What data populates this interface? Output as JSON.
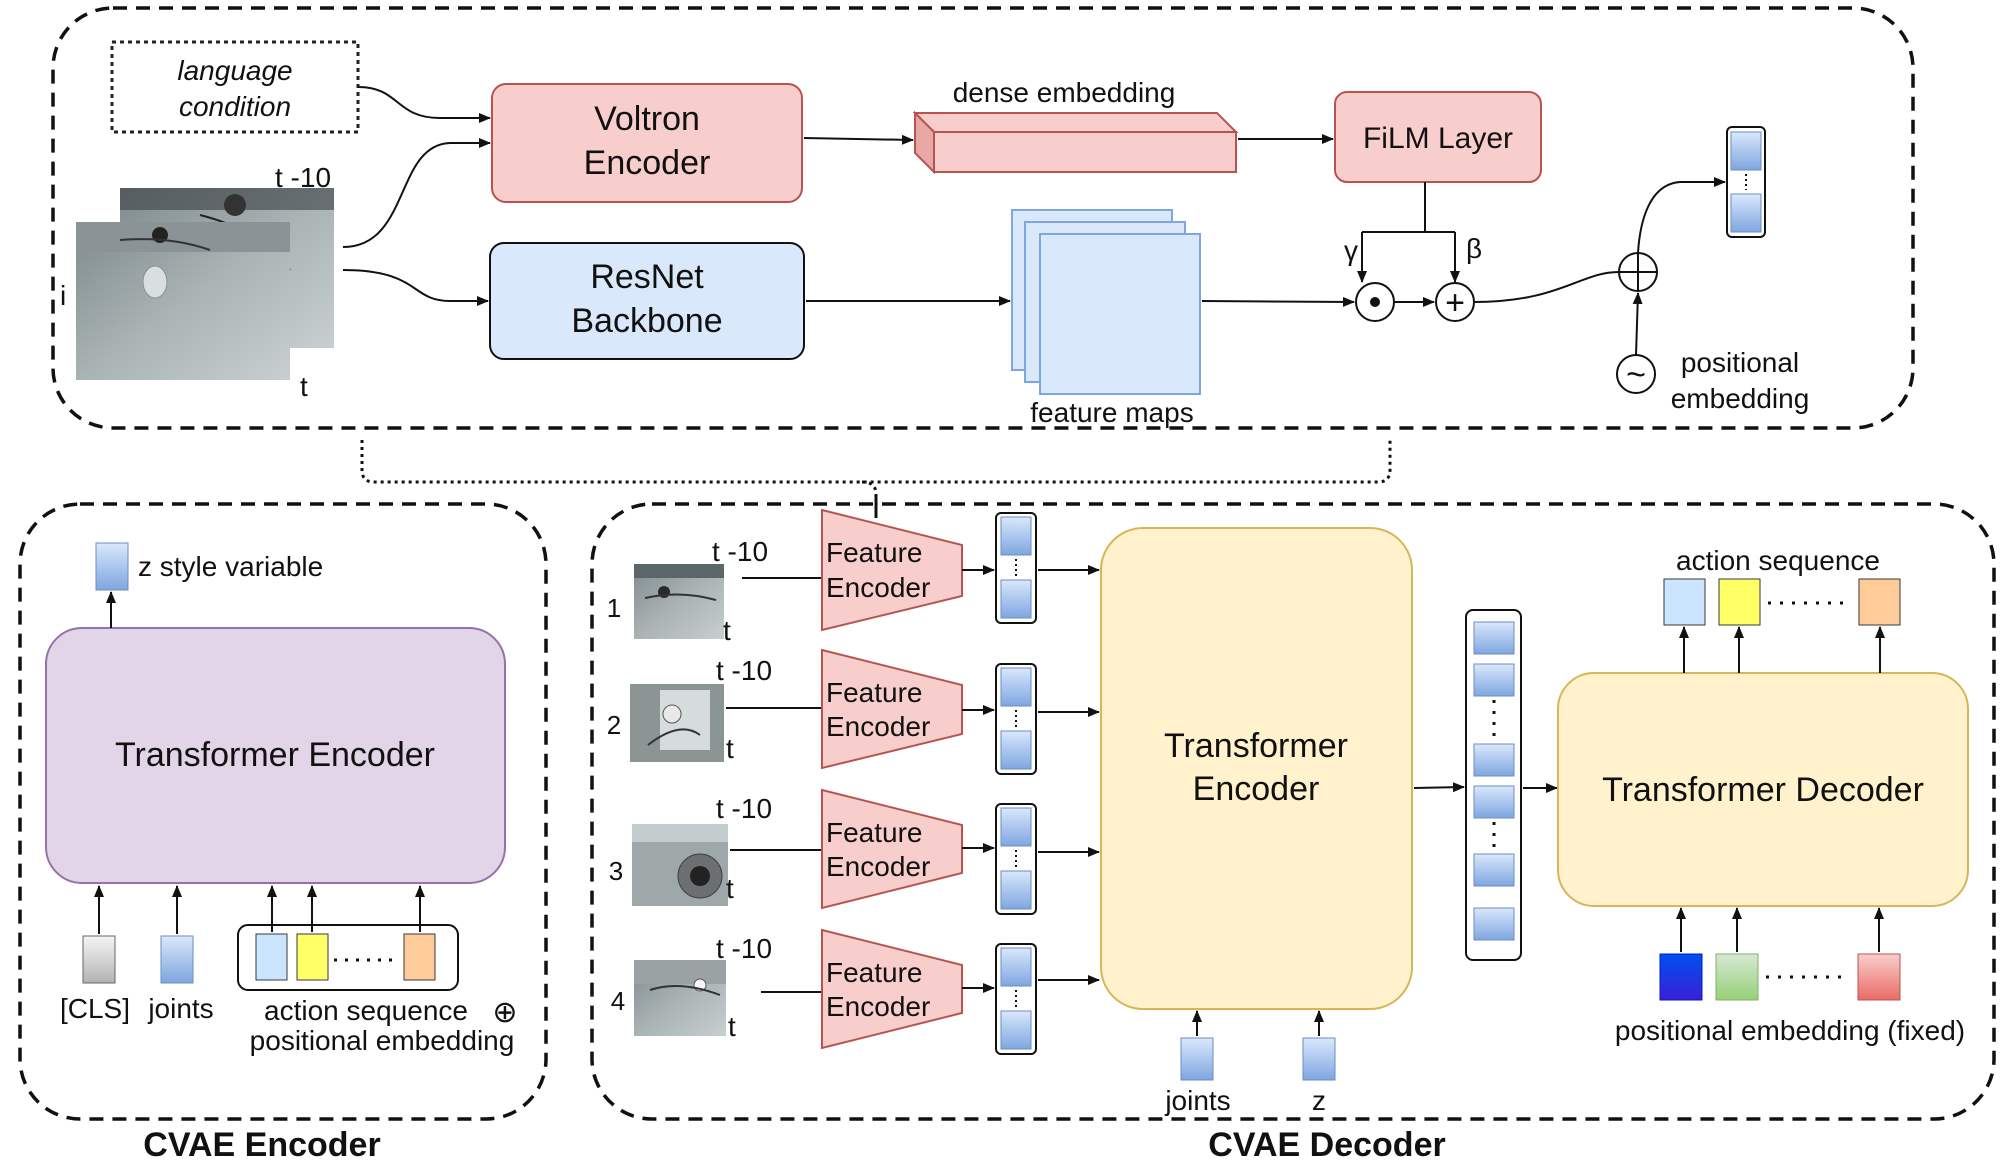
{
  "top": {
    "language_condition": [
      "language",
      "condition"
    ],
    "voltron_encoder": [
      "Voltron",
      "Encoder"
    ],
    "resnet_backbone": [
      "ResNet",
      "Backbone"
    ],
    "dense_embedding": "dense embedding",
    "film_layer": "FiLM Layer",
    "feature_maps": "feature maps",
    "gamma": "γ",
    "beta": "β",
    "positional_embedding": [
      "positional",
      "embedding"
    ],
    "frame_top": "t -10",
    "frame_bottom": "t",
    "frame_side": "i",
    "odot_symbol": "⊙",
    "plus_symbol": "+",
    "oplus_symbol": "⊕",
    "tilde_symbol": "~"
  },
  "cvae_encoder": {
    "title": "CVAE Encoder",
    "transformer": "Transformer Encoder",
    "z_label": "z style variable",
    "cls": "[CLS]",
    "joints": "joints",
    "action_seq": "action sequence",
    "oplus": "⊕",
    "pos_emb": "positional embedding"
  },
  "cvae_decoder": {
    "title": "CVAE Decoder",
    "transformer_encoder": [
      "Transformer",
      "Encoder"
    ],
    "transformer_decoder": "Transformer Decoder",
    "feature_encoder": [
      "Feature",
      "Encoder"
    ],
    "cameras": [
      {
        "index": "1",
        "top": "t -10",
        "bottom": "t"
      },
      {
        "index": "2",
        "top": "t -10",
        "bottom": "t"
      },
      {
        "index": "3",
        "top": "t -10",
        "bottom": "t"
      },
      {
        "index": "4",
        "top": "t -10",
        "bottom": "t"
      }
    ],
    "joints": "joints",
    "z": "z",
    "action_sequence": "action sequence",
    "pos_emb_fixed": "positional embedding (fixed)"
  },
  "colors": {
    "pink_fill": "#f8cecc",
    "pink_stroke": "#b85450",
    "blue_fill": "#dae8fc",
    "blue_stroke": "#3b5998",
    "purple_fill": "#e1d5e7",
    "purple_stroke": "#9673a6",
    "yellow_fill": "#fff2cc",
    "yellow_stroke": "#d6b656",
    "token_blue": "#7ea6e0",
    "token_gray": "#b3b3b3",
    "action_blue": "#cce5ff",
    "action_yellow": "#ffff66",
    "action_orange": "#ffcc99",
    "pos_dark_blue": "#2020e0",
    "pos_green": "#97d077",
    "pos_red": "#ea6b66"
  }
}
